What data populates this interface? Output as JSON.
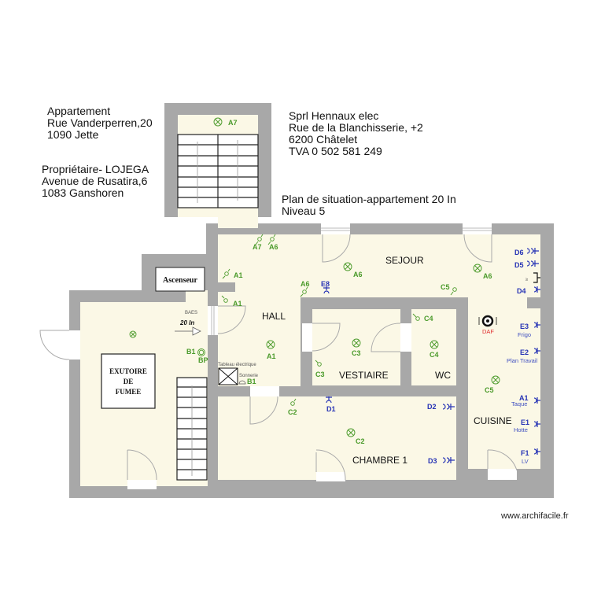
{
  "header": {
    "apartment": [
      "Appartement",
      "Rue Vanderperren,20",
      "1090 Jette"
    ],
    "owner": [
      "Propriétaire- LOJEGA",
      "Avenue de Rusatira,6",
      "1083 Ganshoren"
    ],
    "contractor": [
      "Sprl Hennaux elec",
      "Rue de la Blanchisserie, +2",
      "6200 Châtelet",
      "TVA 0 502 581 249"
    ],
    "plan_title": [
      "Plan de situation-appartement 20 In",
      "Niveau 5"
    ]
  },
  "rooms": {
    "sejour": "SEJOUR",
    "hall": "HALL",
    "vestiaire": "VESTIAIRE",
    "wc": "WC",
    "cuisine": "CUISINE",
    "chambre1": "CHAMBRE 1",
    "ascenseur": "Ascenseur",
    "exutoire": [
      "EXUTOIRE",
      "DE",
      "FUMEE"
    ]
  },
  "labels": {
    "stair_light": "A7",
    "hall_switch_a7": "A7",
    "hall_switch_a6": "A6",
    "hall_switch_a1_top": "A1",
    "hall_switch_a1_door": "A1",
    "hall_light": "A1",
    "sejour_light": "A6",
    "sejour_switch_a6": "A6",
    "sejour_switch_e8": "E8",
    "sejour_switch_c5": "C5",
    "sejour_light_right": "A6",
    "vestiaire_light": "C3",
    "vestiaire_switch": "C3",
    "wc_light": "C4",
    "wc_switch": "C4",
    "cuisine_light": "C5",
    "chambre_switch": "C2",
    "chambre_light": "C2",
    "baes": "BAES",
    "baes_value": "20 In",
    "bp_code": "B1",
    "bp": "BP",
    "tableau": "Tableau électrique",
    "sonnerie": "Sonnerie",
    "sonnerie_code": "B1",
    "daf": "DAF"
  },
  "outlets": {
    "d6": "D6",
    "d5": "D5",
    "d4": "D4",
    "e3": "E3",
    "e3_sub": "Frigo",
    "e2": "E2",
    "e2_sub": "Plan Travail",
    "a1": "A1",
    "a1_sub": "Taque",
    "e1": "E1",
    "e1_sub": "Hotte",
    "f1": "F1",
    "f1_sub": "LV",
    "d1": "D1",
    "d2": "D2",
    "d3": "D3"
  },
  "colors": {
    "wall": "#a8a8a8",
    "floor": "#fbf8e6",
    "lighting_green": "#4a9a2a",
    "outlet_blue": "#2633b5",
    "daf_red": "#e03030"
  },
  "footer": {
    "watermark": "www.archifacile.fr"
  }
}
